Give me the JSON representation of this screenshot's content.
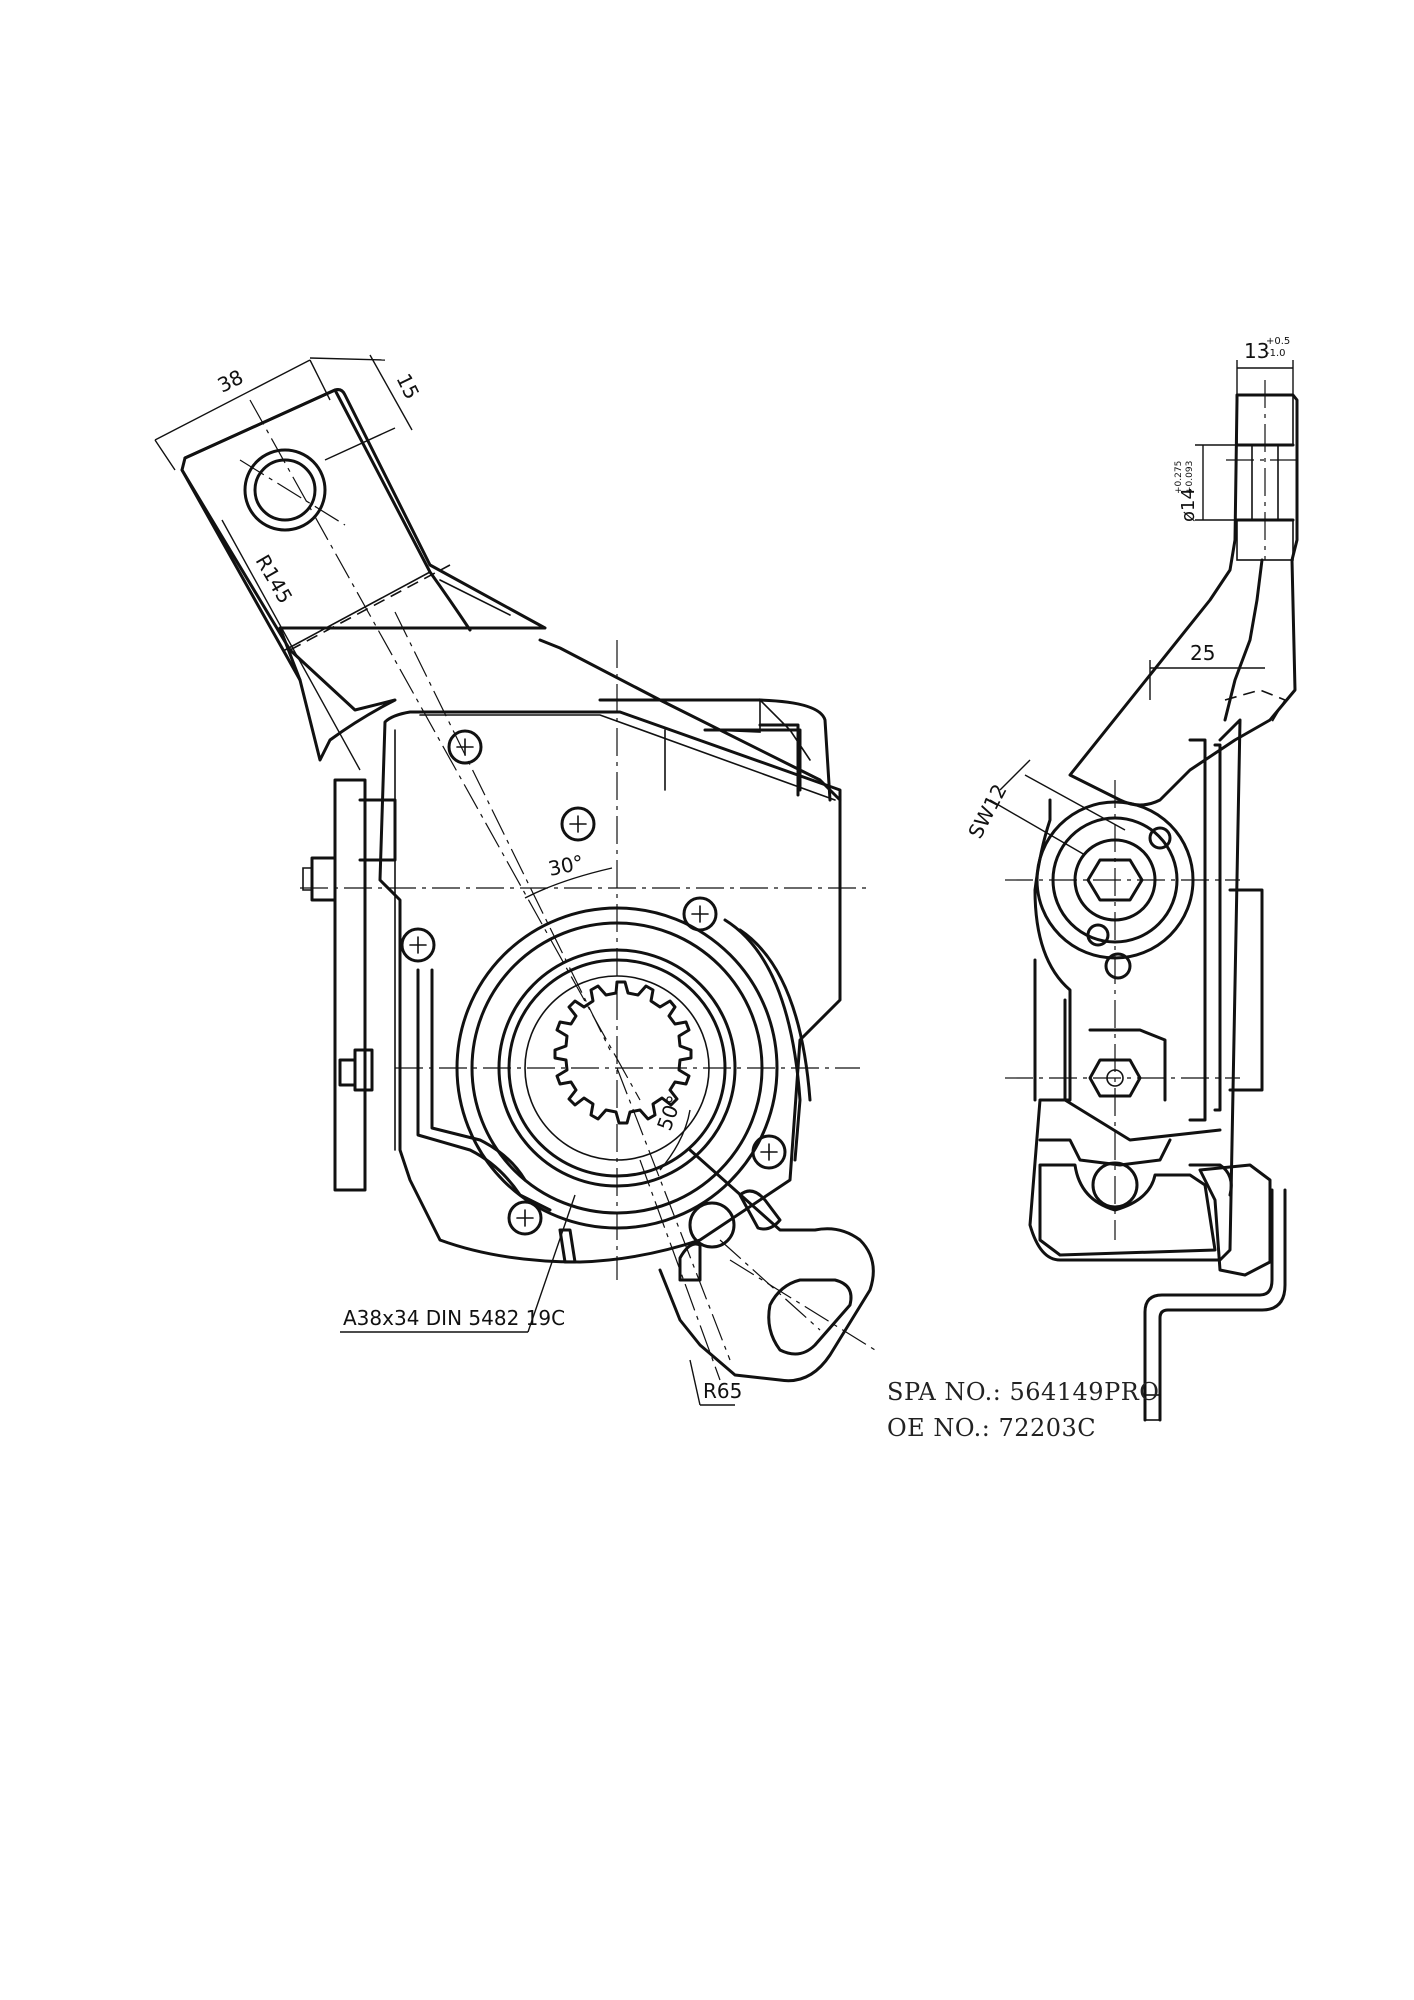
{
  "dimensions": {
    "arm_width": "38",
    "arm_offset": "15",
    "radius_long": "R145",
    "angle_upper": "30°",
    "angle_lower": "50°",
    "spline_spec": "A38x34 DIN 5482 19C",
    "radius_short": "R65",
    "thickness": "13",
    "thickness_tol_upper": "+0.5",
    "thickness_tol_lower": "-1.0",
    "hole_dia": "ø14",
    "hole_tol_upper": "+0.275",
    "hole_tol_lower": "+0.093",
    "offset_side": "25",
    "wrench_size": "SW12"
  },
  "part_info": {
    "spa_no": "SPA NO.: 564149PRO",
    "oe_no": "OE NO.: 72203C"
  }
}
